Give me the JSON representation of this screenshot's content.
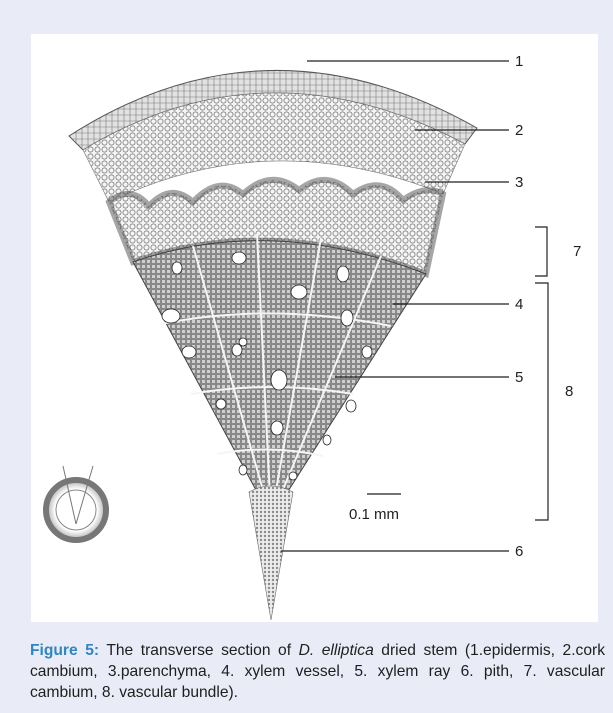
{
  "figure": {
    "callouts": [
      {
        "num": "1"
      },
      {
        "num": "2"
      },
      {
        "num": "3"
      },
      {
        "num": "4"
      },
      {
        "num": "5"
      },
      {
        "num": "6"
      },
      {
        "num": "7"
      },
      {
        "num": "8"
      }
    ],
    "scale_bar": "0.1 mm",
    "colors": {
      "page_background": "#e9ecf7",
      "panel_background": "#ffffff",
      "figure_label": "#2f86c2",
      "ink": "#333333"
    }
  },
  "caption": {
    "label": "Figure 5:",
    "text_before_species": " The transverse section of ",
    "species": "D. elliptica",
    "text_after_species": " dried stem (1.epidermis, 2.cork cambium, 3.parenchyma, 4. xylem vessel, 5. xylem ray 6. pith, 7. vascular cambium, 8. vascular bundle)."
  }
}
